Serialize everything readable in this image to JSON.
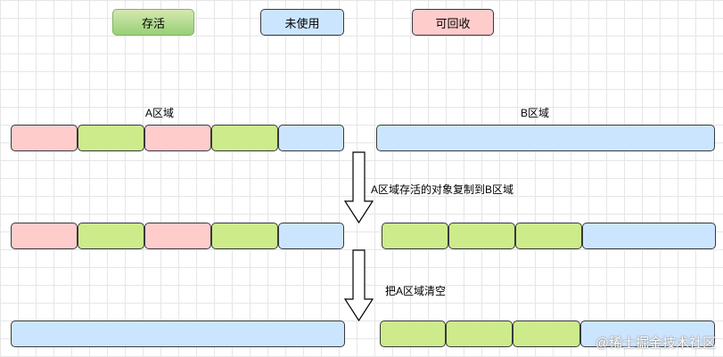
{
  "legend": {
    "alive": "存活",
    "unused": "未使用",
    "reclaimable": "可回收"
  },
  "regions": {
    "a_label": "A区域",
    "b_label": "B区域"
  },
  "steps": {
    "step1": "A区域存活的对象复制到B区域",
    "step2": "把A区域清空"
  },
  "watermark": "@稀土掘金技术社区",
  "colors": {
    "alive": "#cdeb8b",
    "unused": "#cce5ff",
    "reclaimable": "#ffcccc",
    "border": "#36393d"
  }
}
